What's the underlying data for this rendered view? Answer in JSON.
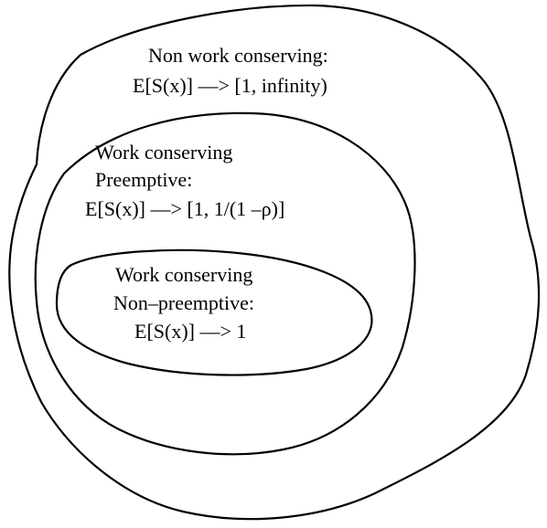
{
  "outer_region": {
    "title": "Non work conserving:",
    "formula": "E[S(x)] ––> [1, infinity)"
  },
  "middle_region": {
    "title_line1": "Work conserving",
    "title_line2": "Preemptive:",
    "formula": "E[S(x)] ––> [1, 1/(1 –ρ)]"
  },
  "inner_region": {
    "title_line1": "Work conserving",
    "title_line2": "Non–preemptive:",
    "formula": "E[S(x)] ––> 1"
  },
  "colors": {
    "stroke": "#000000",
    "background": "#ffffff"
  }
}
